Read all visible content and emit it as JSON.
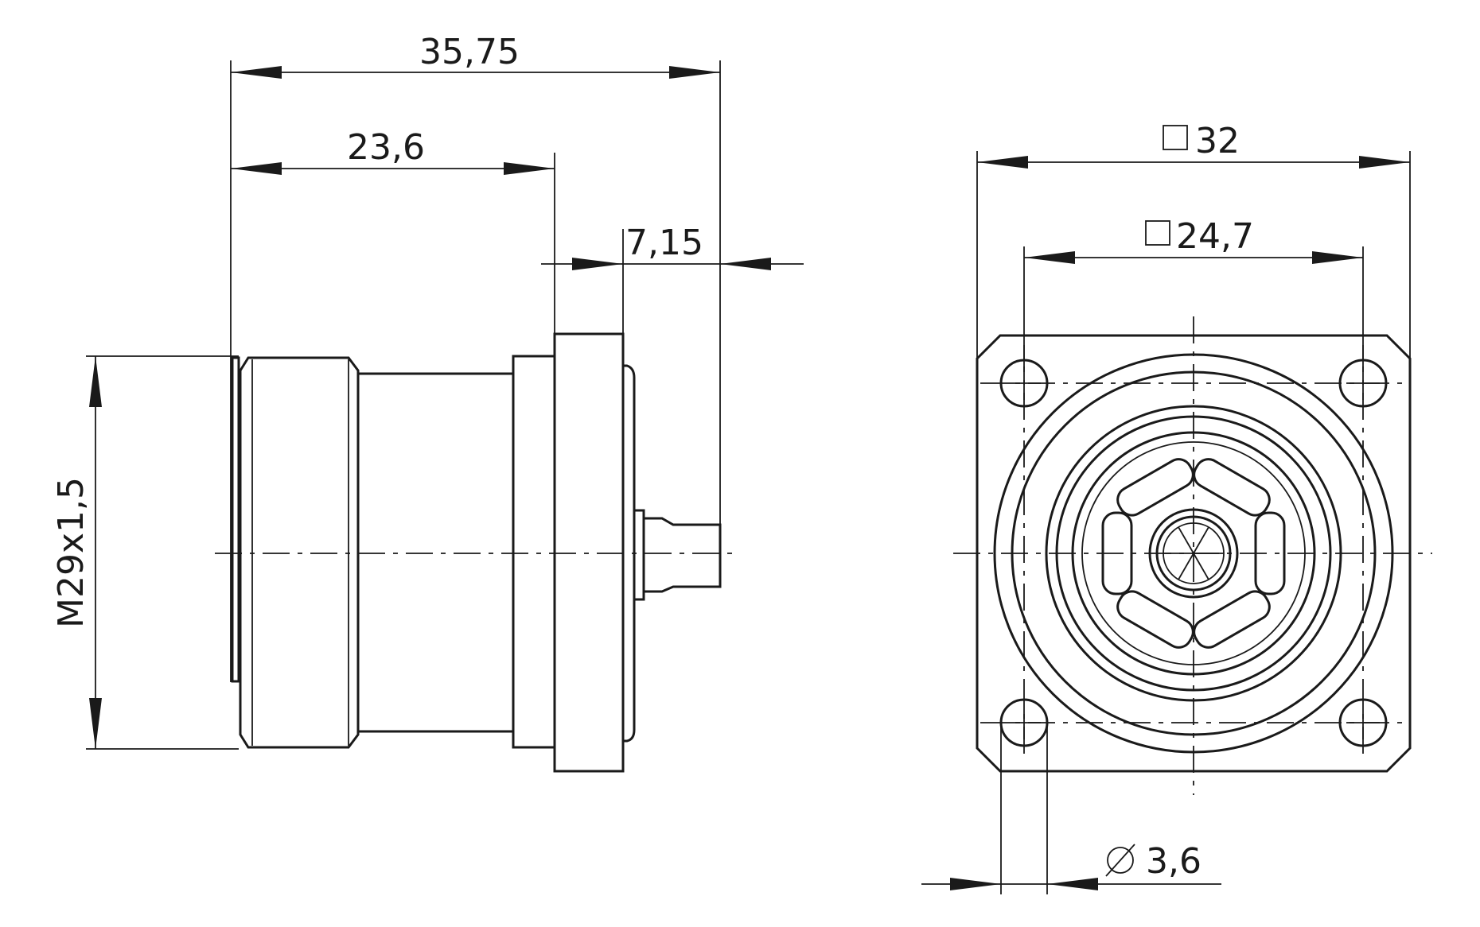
{
  "drawing": {
    "side_view": {
      "dim_overall_length": "35,75",
      "dim_body_length": "23,6",
      "dim_pin_length": "7,15",
      "dim_thread": "M29x1,5"
    },
    "front_view": {
      "dim_flange_square": "32",
      "dim_hole_pitch_square": "24,7",
      "dim_hole_diameter": "3,6"
    }
  }
}
